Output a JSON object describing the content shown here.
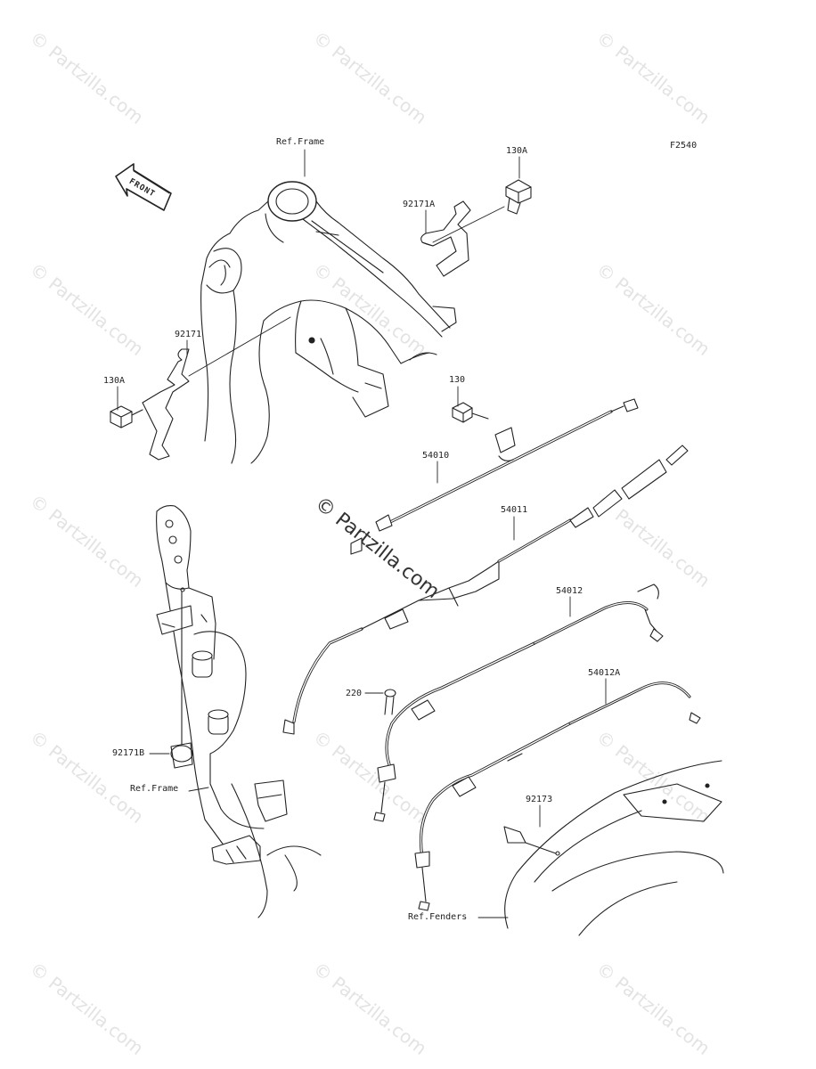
{
  "diagram_code": "F2540",
  "front_badge": "FRONT",
  "watermark": "© Partzilla.com",
  "labels": {
    "ref_frame_top": "Ref.Frame",
    "ref_frame_bottom": "Ref.Frame",
    "ref_fenders": "Ref.Fenders",
    "p130a_top": "130A",
    "p130a_left": "130A",
    "p92171a": "92171A",
    "p92171": "92171",
    "p130": "130",
    "p54010": "54010",
    "p54011": "54011",
    "p54012": "54012",
    "p54012a": "54012A",
    "p220": "220",
    "p92171b": "92171B",
    "p92173": "92173"
  }
}
